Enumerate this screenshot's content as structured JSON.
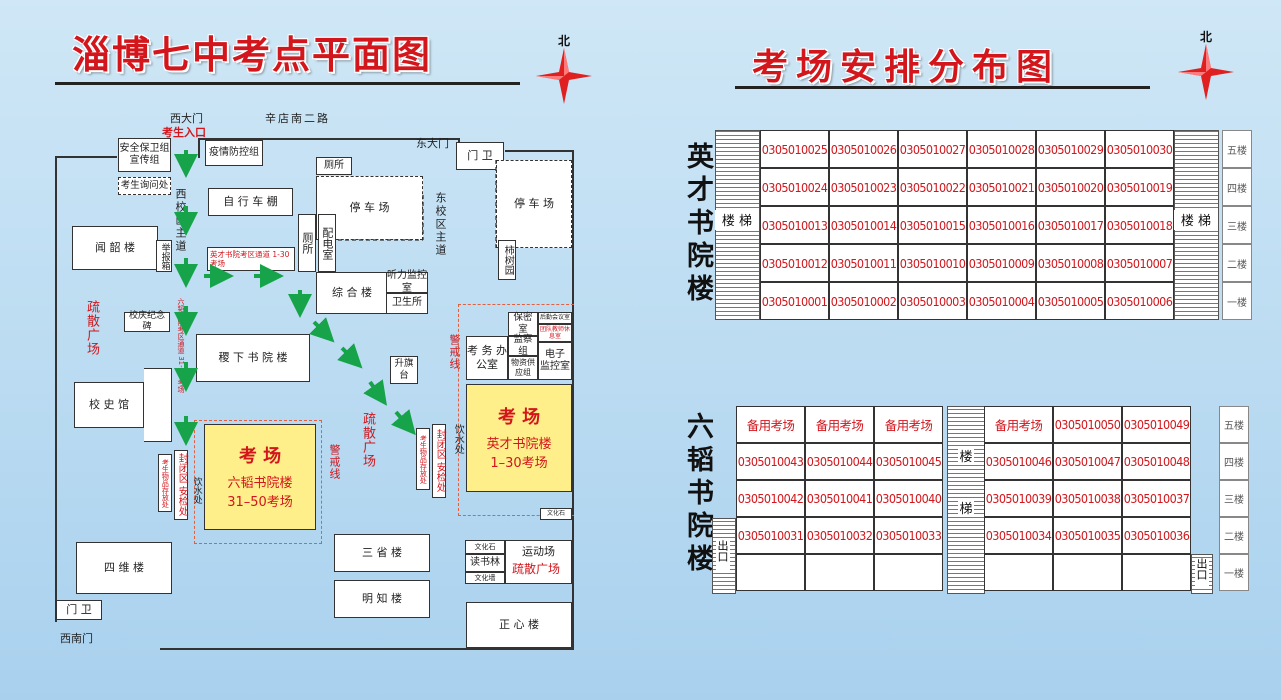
{
  "left_title": "淄博七中考点平面图",
  "right_title": "考场安排分布图",
  "north": "北",
  "map": {
    "labels": {
      "west_gate": "西大门",
      "entrance": "考生入口",
      "road": "辛店南二路",
      "east_gate": "东大门",
      "west_main_road": "西校区主道",
      "east_main_road": "东校区主道",
      "southwest_gate": "西南门",
      "warning_line_1": "警戒线",
      "warning_line_2": "警戒线",
      "evac_1": "疏散广场",
      "evac_2": "疏散广场",
      "passage_east": "英才书院考区通道 1-30 考场",
      "passage_west": "六韬书院考区通道 31-50 考场"
    },
    "buildings": {
      "security": "安全保卫组 宣传组",
      "epidemic": "疫情防控组",
      "gate_guard_e": "门 卫",
      "inquiry": "考生询问处",
      "bike_shed": "自 行 车 棚",
      "toilet_top": "厕所",
      "parking_1": "停 车 场",
      "parking_2": "停 车 场",
      "power_room": "配电室",
      "toilet_side": "厕所",
      "yanbu": "闻 韶 楼",
      "report": "举报箱",
      "persimmon": "柿树园",
      "comprehensive": "综 合 楼",
      "listening": "听力监控室",
      "clinic": "卫生所",
      "anniversary": "校庆纪念碑",
      "jixia": "稷 下 书 院 楼",
      "confidential": "保密室",
      "small_a": "后勤会议室",
      "small_b": "团队教师休息室",
      "exam_office": "考 务 办公室",
      "supervision": "监察组",
      "materials": "物资供应组",
      "monitoring": "电子 监控室",
      "flag": "升旗台",
      "history": "校 史 馆",
      "security_check_w": "封闭区 安检处",
      "water_w": "饮水处",
      "items_w": "考生物品存放处",
      "security_check_e": "封闭区 安检处",
      "water_e": "饮水处",
      "items_e": "考生物品存放处",
      "siwei": "四 维 楼",
      "sansheng": "三 省 楼",
      "mingzhi": "明 知 楼",
      "reading": "读书林",
      "culture_1": "文化石",
      "culture_2": "文化墙",
      "culture_3": "文化石",
      "sports": "运动场",
      "evac_sports": "疏散广场",
      "zhengxin": "正 心 楼",
      "gate_guard_sw": "门 卫"
    },
    "exam_west": {
      "heading": "考 场",
      "line1": "六韬书院楼",
      "line2": "31–50考场"
    },
    "exam_east": {
      "heading": "考 场",
      "line1": "英才书院楼",
      "line2": "1–30考场"
    }
  },
  "floors": [
    "五楼",
    "四楼",
    "三楼",
    "二楼",
    "一楼"
  ],
  "yingcai": {
    "name": "英才书院楼",
    "stair": "楼 梯",
    "rows": [
      [
        "0305010025",
        "0305010026",
        "0305010027",
        "0305010028",
        "0305010029",
        "0305010030"
      ],
      [
        "0305010024",
        "0305010023",
        "0305010022",
        "0305010021",
        "0305010020",
        "0305010019"
      ],
      [
        "0305010013",
        "0305010014",
        "0305010015",
        "0305010016",
        "0305010017",
        "0305010018"
      ],
      [
        "0305010012",
        "0305010011",
        "0305010010",
        "0305010009",
        "0305010008",
        "0305010007"
      ],
      [
        "0305010001",
        "0305010002",
        "0305010003",
        "0305010004",
        "0305010005",
        "0305010006"
      ]
    ]
  },
  "liutao": {
    "name": "六韬书院楼",
    "stair_top": "楼",
    "stair_bottom": "梯",
    "exit": "出口",
    "left_rows": [
      [
        "备用考场",
        "备用考场",
        "备用考场"
      ],
      [
        "0305010043",
        "0305010044",
        "0305010045"
      ],
      [
        "0305010042",
        "0305010041",
        "0305010040"
      ],
      [
        "0305010031",
        "0305010032",
        "0305010033"
      ],
      [
        "",
        "",
        ""
      ]
    ],
    "right_rows": [
      [
        "备用考场",
        "0305010050",
        "0305010049"
      ],
      [
        "0305010046",
        "0305010047",
        "0305010048"
      ],
      [
        "0305010039",
        "0305010038",
        "0305010037"
      ],
      [
        "0305010034",
        "0305010035",
        "0305010036"
      ],
      [
        "",
        "",
        ""
      ]
    ]
  }
}
